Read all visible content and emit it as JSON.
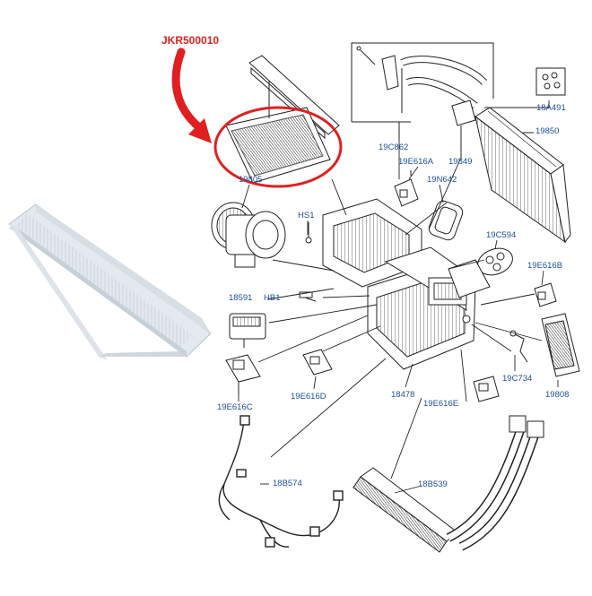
{
  "header": {
    "part_number": "JKR500010"
  },
  "colors": {
    "label": "#1f4e9c",
    "highlight": "#e02020",
    "line": "#222222"
  },
  "callouts": [
    {
      "id": "19805",
      "text": "19805"
    },
    {
      "id": "19C862",
      "text": "19C862"
    },
    {
      "id": "18A491",
      "text": "18A491"
    },
    {
      "id": "19850",
      "text": "19850"
    },
    {
      "id": "19849",
      "text": "19849"
    },
    {
      "id": "19E616A",
      "text": "19E616A"
    },
    {
      "id": "19N642",
      "text": "19N642"
    },
    {
      "id": "HS1",
      "text": "HS1"
    },
    {
      "id": "19C594",
      "text": "19C594"
    },
    {
      "id": "19E616B",
      "text": "19E616B"
    },
    {
      "id": "18591",
      "text": "18591"
    },
    {
      "id": "HB1",
      "text": "HB1"
    },
    {
      "id": "19C734",
      "text": "19C734"
    },
    {
      "id": "19808",
      "text": "19808"
    },
    {
      "id": "18478",
      "text": "18478"
    },
    {
      "id": "19E616C",
      "text": "19E616C"
    },
    {
      "id": "19E616D",
      "text": "19E616D"
    },
    {
      "id": "19E616E",
      "text": "19E616E"
    },
    {
      "id": "18B574",
      "text": "18B574"
    },
    {
      "id": "18B539",
      "text": "18B539"
    }
  ]
}
